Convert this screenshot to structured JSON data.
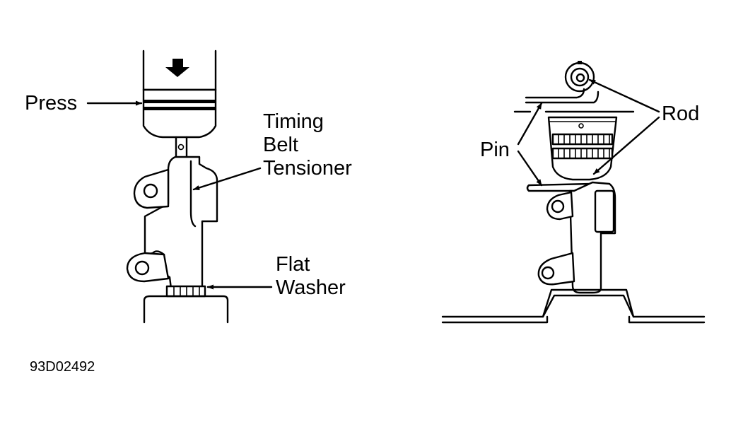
{
  "labels": {
    "press": "Press",
    "tensioner": [
      "Timing",
      "Belt",
      "Tensioner"
    ],
    "washer": [
      "Flat",
      "Washer"
    ],
    "pin": "Pin",
    "rod": "Rod"
  },
  "figure_code": "93D02492"
}
